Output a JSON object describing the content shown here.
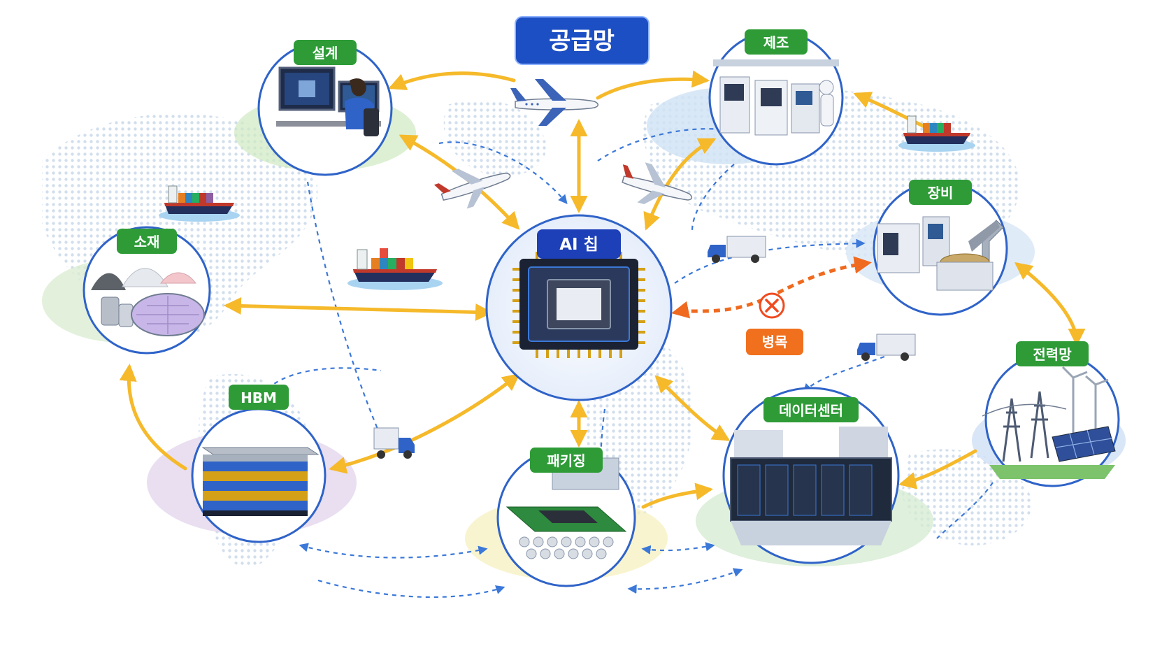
{
  "title": "공급망",
  "center_label": "AI 칩",
  "bottleneck_label": "병목",
  "nodes": {
    "design": "설계",
    "manufacturing": "제조",
    "equipment": "장비",
    "materials": "소재",
    "hbm": "HBM",
    "packaging": "패키징",
    "datacenter": "데이터센터",
    "power_grid": "전력망"
  },
  "colors": {
    "title_bg": "#1d4fc4",
    "node_label_bg": "#2e9b37",
    "center_label_bg": "#1d3fb8",
    "bottleneck_bg": "#f0701e",
    "flow_arrow": "#f5b92a",
    "dashed_link": "#3b78d8",
    "bottleneck_link": "#ef6a1f",
    "circle_border": "#2f63c8"
  }
}
